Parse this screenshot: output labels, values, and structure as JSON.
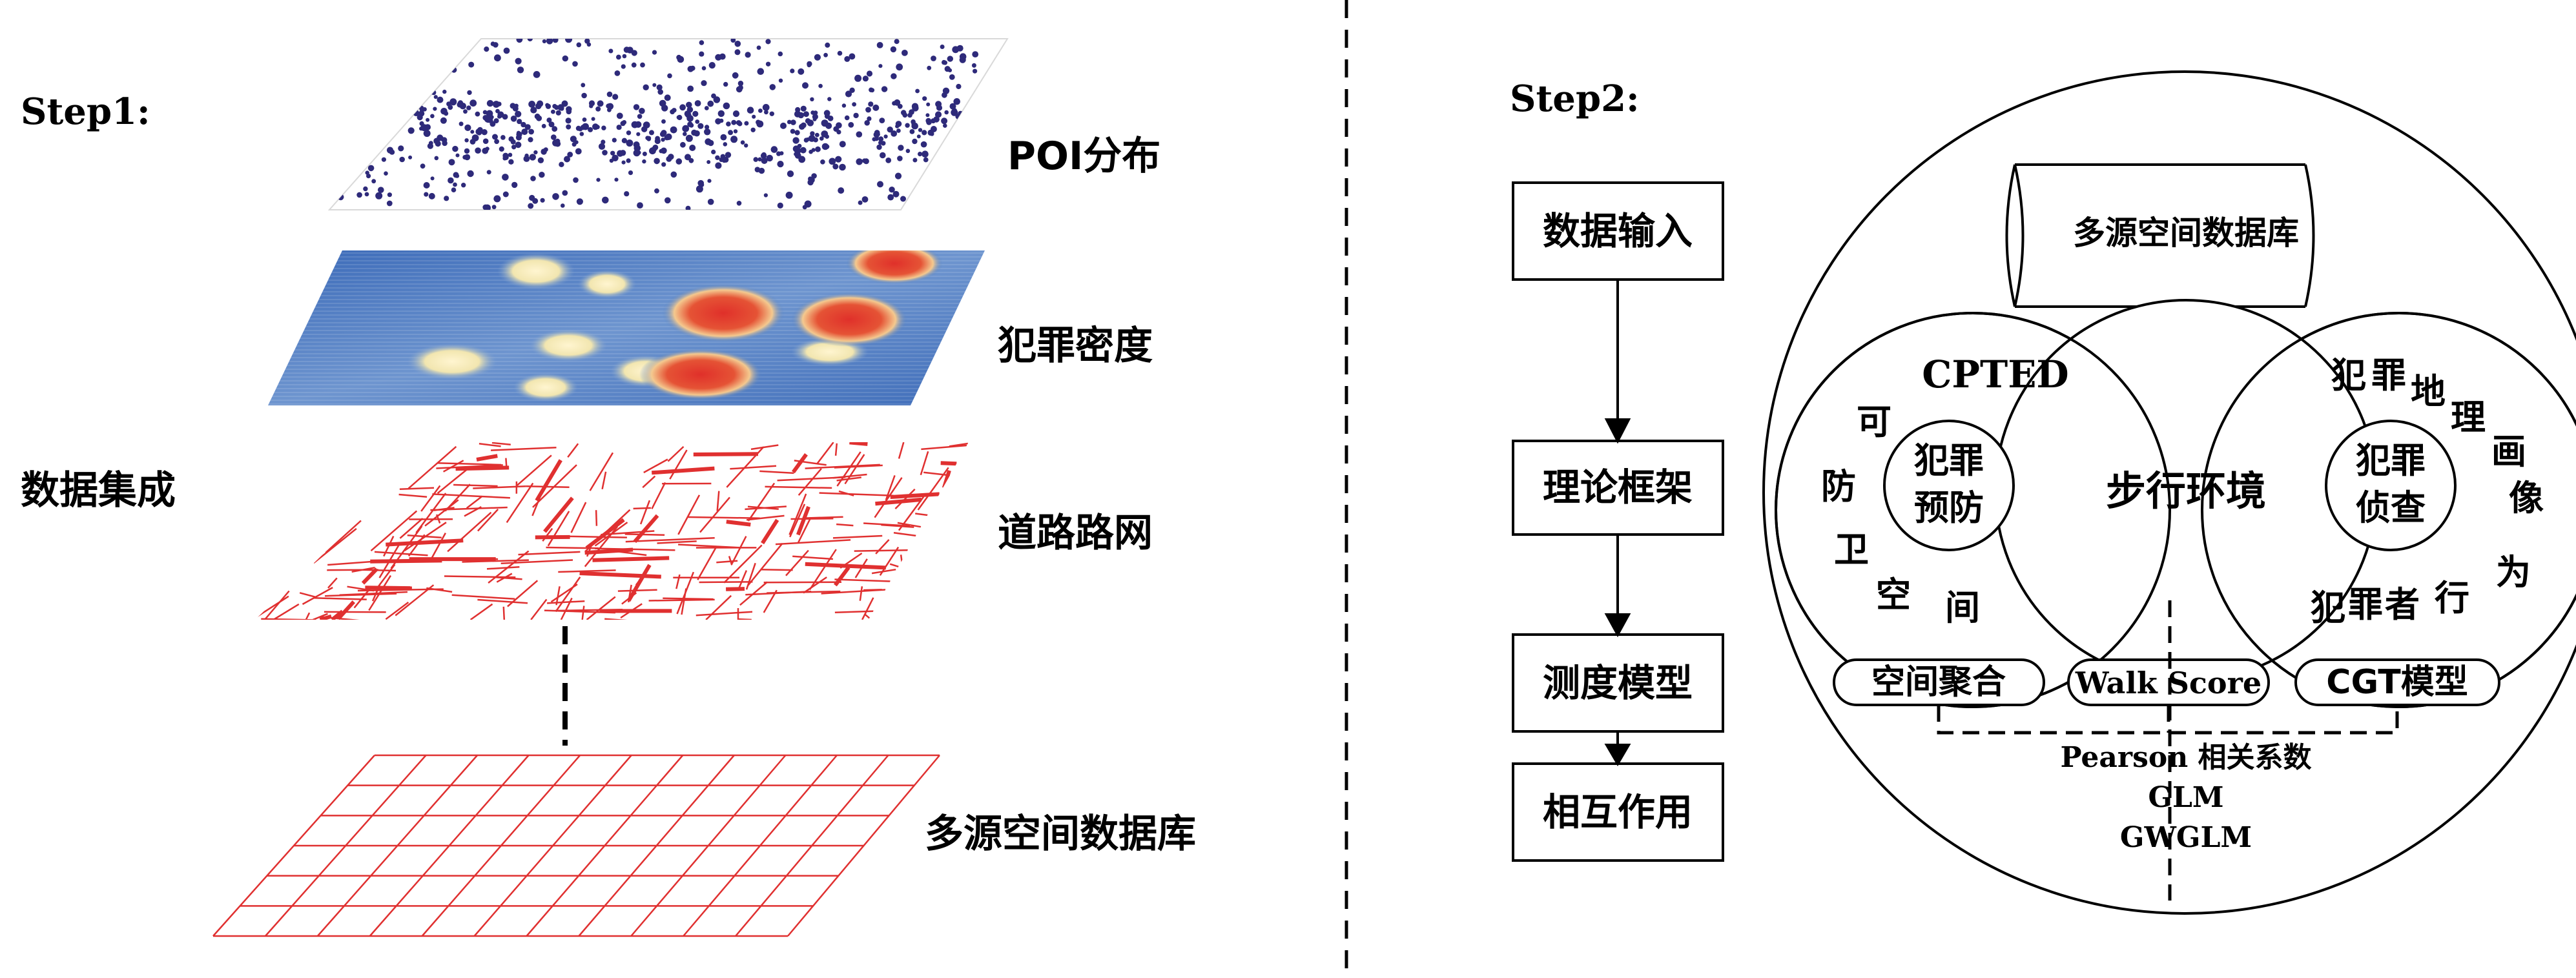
{
  "step1": {
    "heading": "Step1:",
    "side_label": "数据集成",
    "layers": {
      "poi": "POI分布",
      "crime_density": "犯罪密度",
      "road_network": "道路路网",
      "database": "多源空间数据库"
    }
  },
  "step2": {
    "heading": "Step2:",
    "flow_boxes": [
      "数据输入",
      "理论框架",
      "测度模型",
      "相互作用"
    ],
    "database_cylinder": "多源空间数据库",
    "center_circle": "步行环境",
    "left_ring": {
      "title": "CPTED",
      "arc_chars": [
        "可",
        "防",
        "卫",
        "空",
        "间"
      ],
      "inner": [
        "犯罪",
        "预防"
      ]
    },
    "right_ring": {
      "arc_chars_top": [
        "犯",
        "罪",
        "地",
        "理",
        "画",
        "像"
      ],
      "arc_chars_bottom": [
        "犯",
        "罪",
        "者",
        "行",
        "为"
      ],
      "inner": [
        "犯罪",
        "侦查"
      ]
    },
    "methods": [
      "空间聚合",
      "Walk Score",
      "CGT模型"
    ],
    "stats": [
      "Pearson 相关系数",
      "GLM",
      "GWGLM"
    ]
  },
  "colors": {
    "poi_dots": "#2e2a7a",
    "road_lines": "#e03030",
    "grid_lines": "#e03030",
    "heat_base": "#4f7fc4",
    "heat_hot": "#e0302a",
    "heat_warm": "#f5e9b4"
  }
}
